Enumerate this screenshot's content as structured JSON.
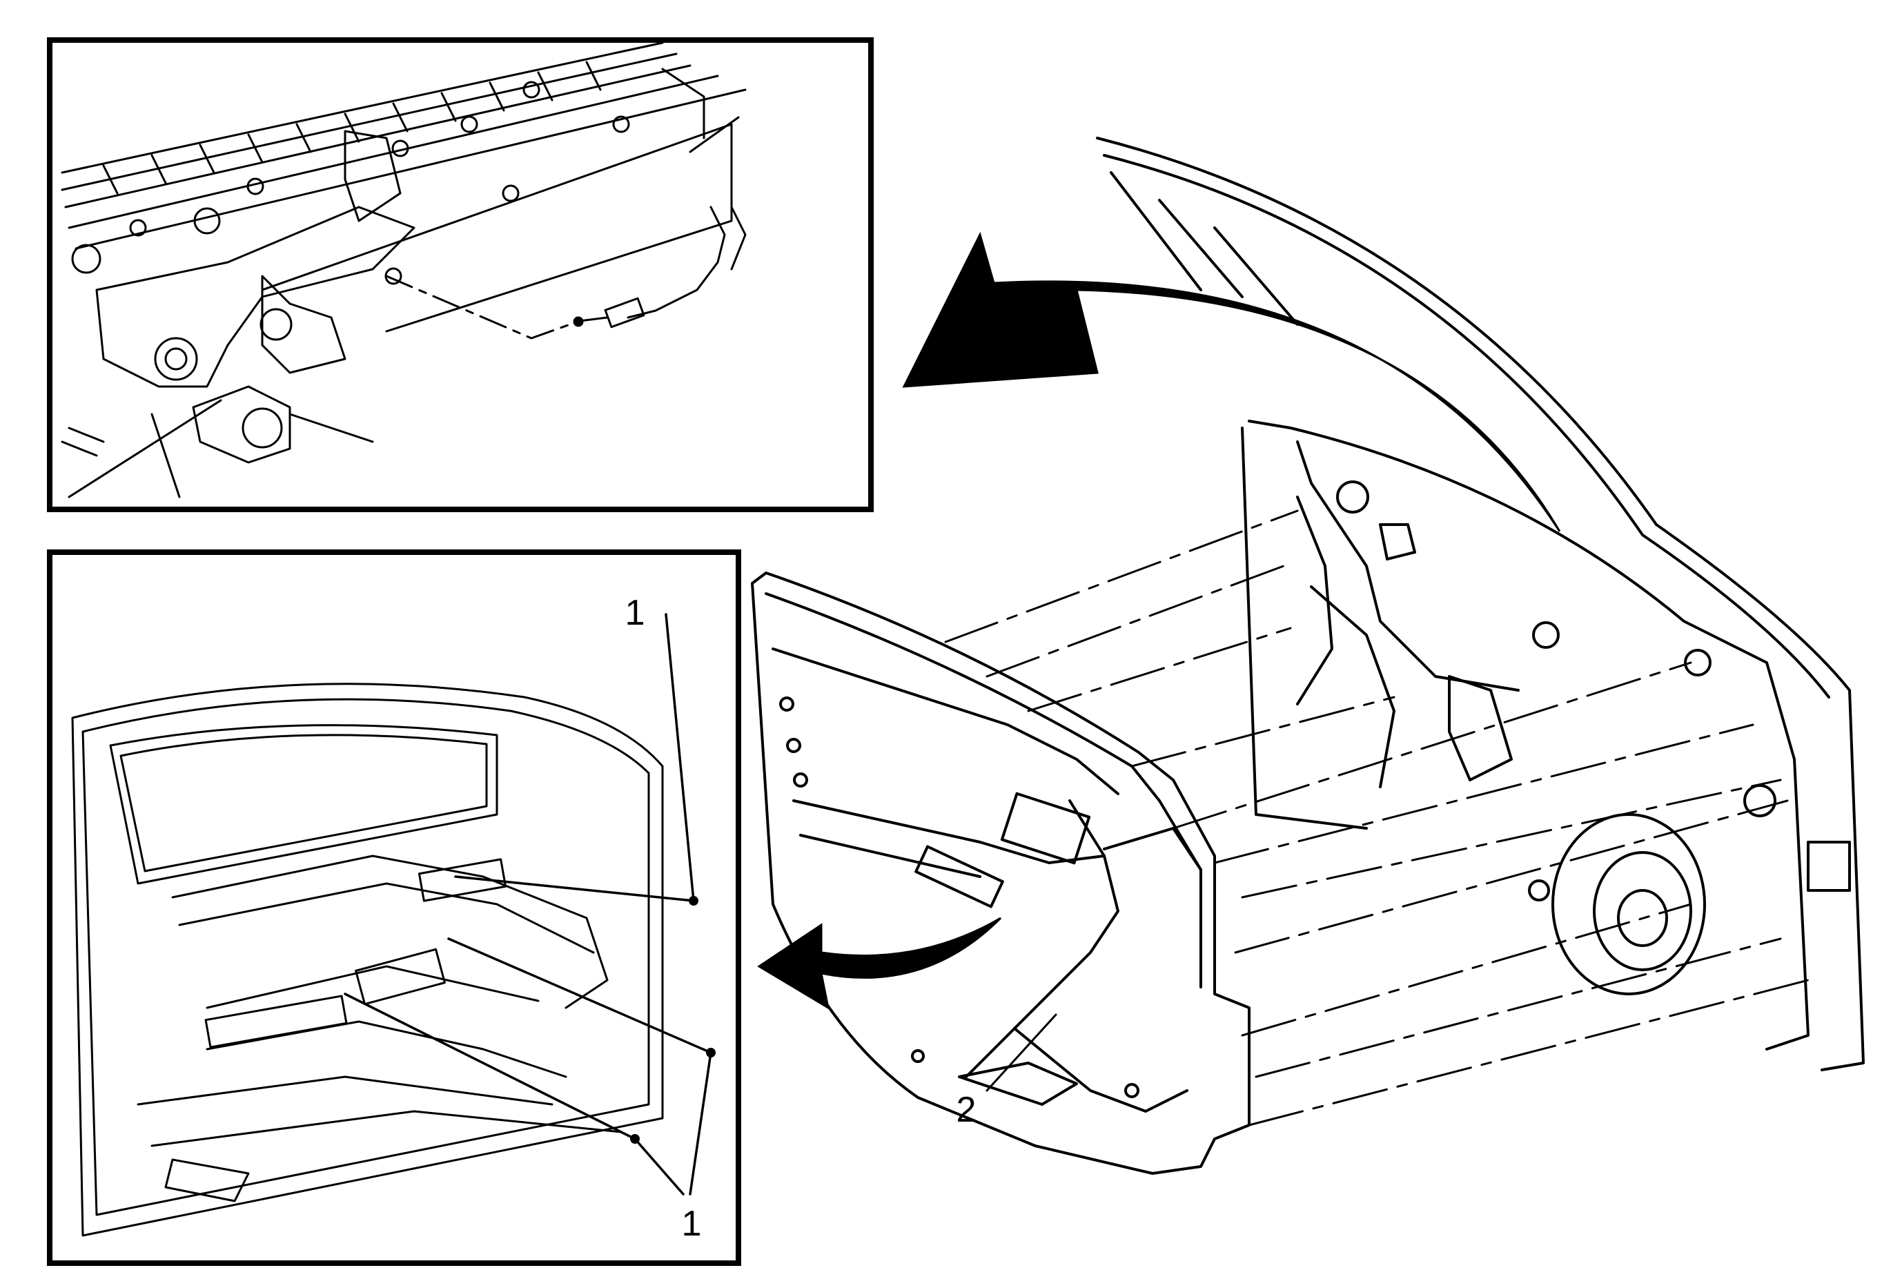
{
  "callouts": {
    "top_fastener": "1",
    "bottom_fastener": "1",
    "door_trim_panel": "2"
  }
}
